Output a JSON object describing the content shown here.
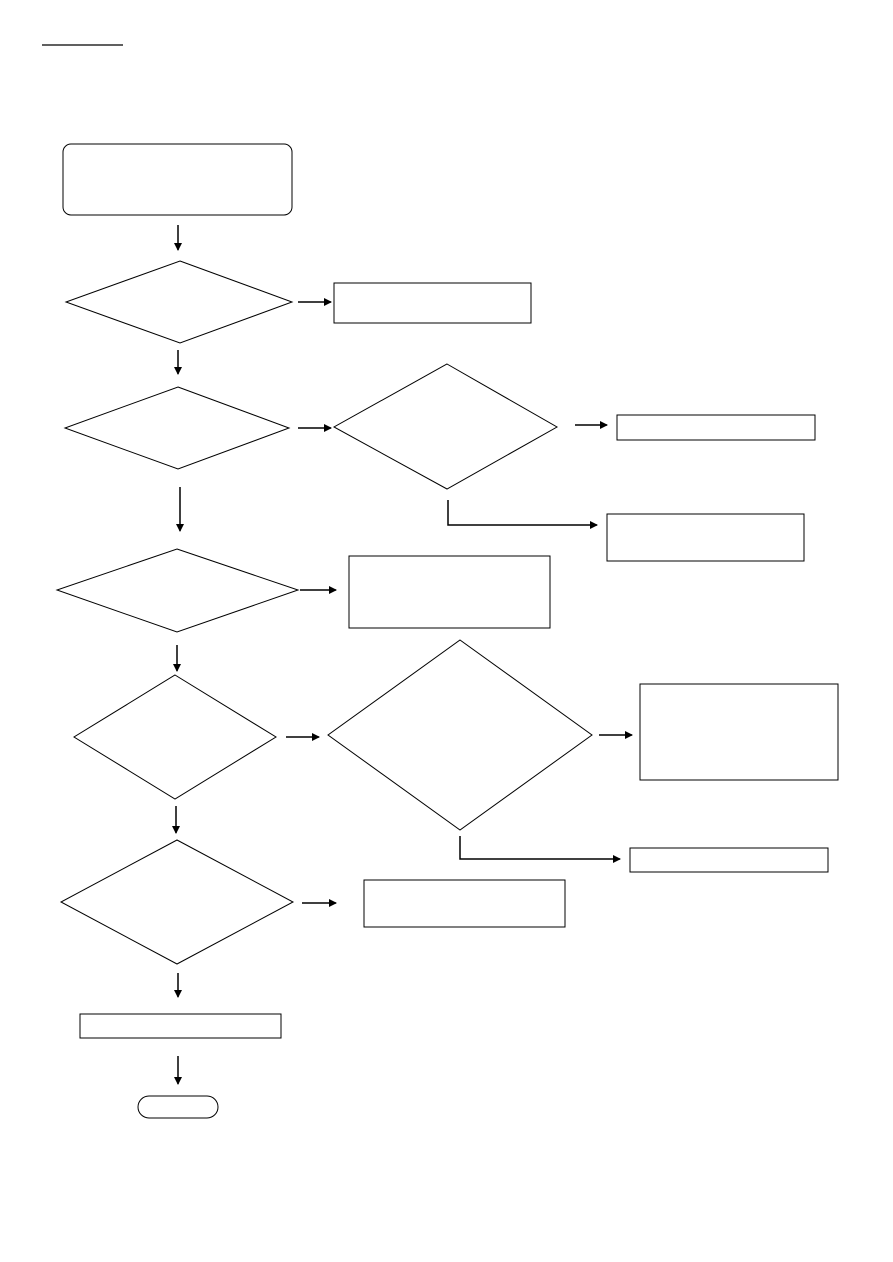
{
  "flowchart": {
    "heading": "",
    "stroke_color": "#000000",
    "background": "#ffffff",
    "nodes": [
      {
        "id": "start-box",
        "shape": "rounded-rect",
        "text": ""
      },
      {
        "id": "decision-1",
        "shape": "diamond",
        "text": ""
      },
      {
        "id": "result-1",
        "shape": "rect",
        "text": ""
      },
      {
        "id": "decision-2",
        "shape": "diamond",
        "text": ""
      },
      {
        "id": "decision-2b",
        "shape": "diamond",
        "text": ""
      },
      {
        "id": "result-2a",
        "shape": "rect",
        "text": ""
      },
      {
        "id": "result-2b",
        "shape": "rect",
        "text": ""
      },
      {
        "id": "decision-3",
        "shape": "diamond",
        "text": ""
      },
      {
        "id": "result-3",
        "shape": "rect",
        "text": ""
      },
      {
        "id": "decision-4",
        "shape": "diamond",
        "text": ""
      },
      {
        "id": "decision-4b",
        "shape": "diamond",
        "text": ""
      },
      {
        "id": "result-4a",
        "shape": "rect",
        "text": ""
      },
      {
        "id": "result-4b",
        "shape": "rect",
        "text": ""
      },
      {
        "id": "decision-5",
        "shape": "diamond",
        "text": ""
      },
      {
        "id": "result-5",
        "shape": "rect",
        "text": ""
      },
      {
        "id": "final-box",
        "shape": "rect",
        "text": ""
      },
      {
        "id": "end-terminal",
        "shape": "terminal",
        "text": ""
      }
    ]
  }
}
